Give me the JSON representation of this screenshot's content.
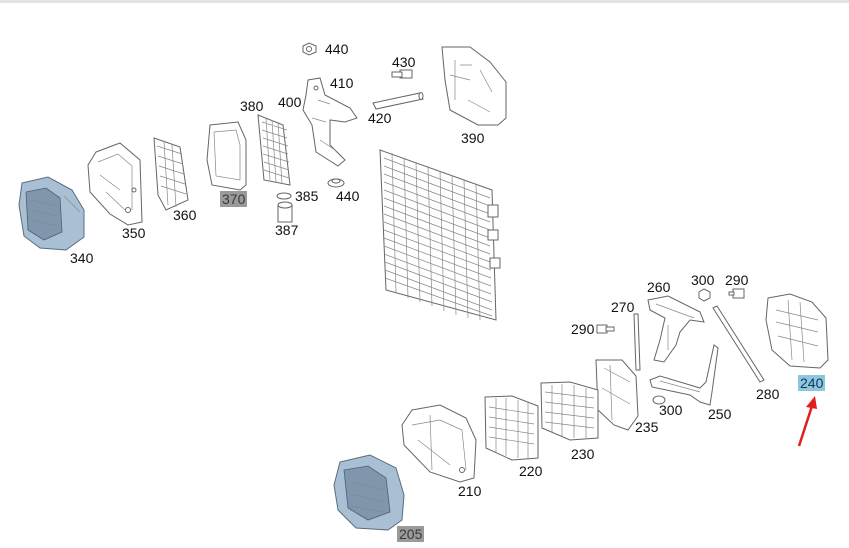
{
  "labels": {
    "l440a": "440",
    "l430": "430",
    "l410": "410",
    "l400": "400",
    "l380": "380",
    "l420": "420",
    "l390": "390",
    "l370": "370",
    "l350": "350",
    "l360": "360",
    "l385": "385",
    "l440b": "440",
    "l387": "387",
    "l340": "340",
    "l260": "260",
    "l300a": "300",
    "l290a": "290",
    "l270": "270",
    "l290b": "290",
    "l240": "240",
    "l280": "280",
    "l300b": "300",
    "l250": "250",
    "l235": "235",
    "l230": "230",
    "l220": "220",
    "l210": "210",
    "l205": "205"
  },
  "colors": {
    "highlight": "#8ec6e0",
    "grey_tag": "#9a9a9a",
    "arrow": "#e02020",
    "part_blue": "#a9bfd4"
  }
}
